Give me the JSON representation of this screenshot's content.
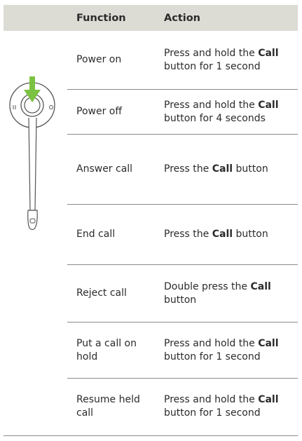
{
  "header": {
    "function_label": "Function",
    "action_label": "Action"
  },
  "rows": [
    {
      "function": "Power on",
      "action": [
        "Press and hold  the ",
        {
          "b": "Call"
        },
        " button for 1 second"
      ]
    },
    {
      "function": "Power off",
      "action": [
        "Press and hold the ",
        {
          "b": "Call"
        },
        " button for 4 seconds"
      ]
    },
    {
      "function": "Answer call",
      "action": [
        "Press the ",
        {
          "b": "Call"
        },
        " button"
      ]
    },
    {
      "function": "End call",
      "action": [
        "Press the ",
        {
          "b": "Call"
        },
        " button"
      ]
    },
    {
      "function": "Reject call",
      "action": [
        "Double press the ",
        {
          "b": "Call"
        },
        " button"
      ]
    },
    {
      "function": "Put a call on hold",
      "action": [
        "Press and hold  the ",
        {
          "b": "Call"
        },
        " button for 1 second"
      ]
    },
    {
      "function": "Resume held call",
      "action": [
        "Press and hold  the ",
        {
          "b": "Call"
        },
        " button for 1 second"
      ]
    }
  ],
  "illustration": {
    "icon": "headset-call-button-icon",
    "arrow_color": "#7cc242"
  }
}
